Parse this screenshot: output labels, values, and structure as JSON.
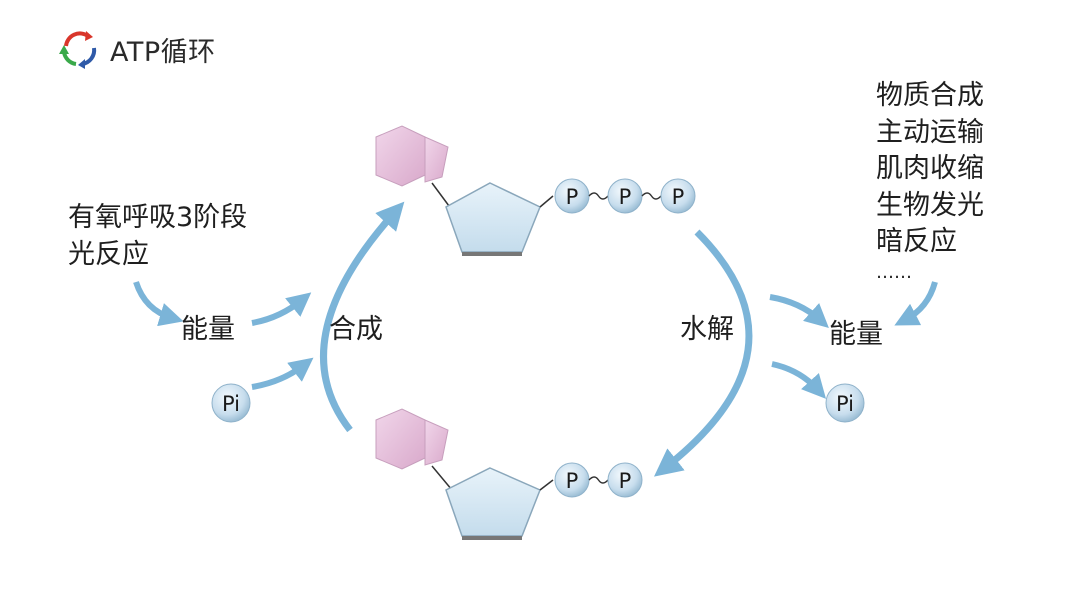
{
  "title": "ATP循环",
  "left": {
    "sources": [
      "有氧呼吸3阶段",
      "光反应"
    ],
    "energy": "能量",
    "pi": "Pi",
    "synthesis": "合成"
  },
  "right": {
    "uses": [
      "物质合成",
      "主动运输",
      "肌肉收缩",
      "生物发光",
      "暗反应",
      "……"
    ],
    "energy": "能量",
    "pi": "Pi",
    "hydrolysis": "水解"
  },
  "atp": {
    "phosphates": [
      "P",
      "P",
      "P"
    ]
  },
  "adp": {
    "phosphates": [
      "P",
      "P"
    ]
  },
  "colors": {
    "arrow": "#7bb4d8",
    "ribose": "#d3e6f3",
    "adenine": "#e7bfdc",
    "bead": "#cfe3ef"
  }
}
